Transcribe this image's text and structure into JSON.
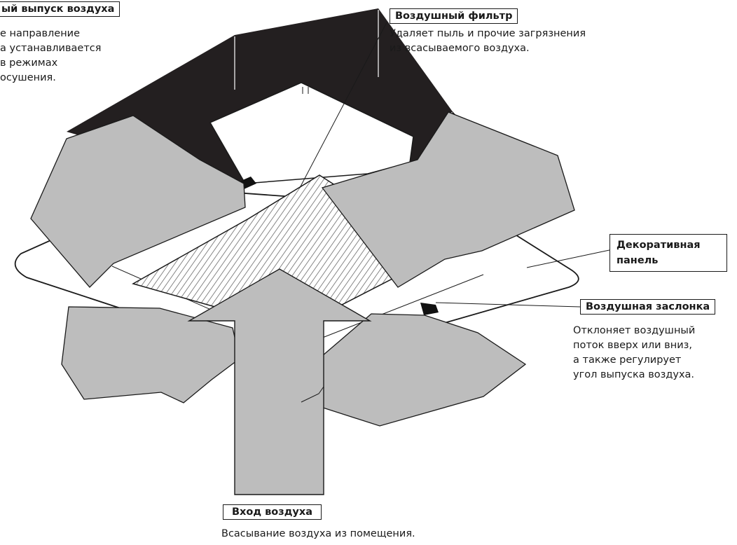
{
  "labels": {
    "outlet": {
      "title": "ый выпуск воздуха",
      "lines": [
        "е направление",
        "а устанавливается",
        "в режимах",
        "осушения."
      ]
    },
    "filter": {
      "title": "Воздушный фильтр",
      "lines": [
        "Удаляет пыль и прочие загрязнения",
        "из всасываемого воздуха."
      ]
    },
    "panel": {
      "lines": [
        "Декоративная",
        "панель"
      ]
    },
    "louver": {
      "title": "Воздушная заслонка",
      "lines": [
        "Отклоняет воздушный",
        "поток вверх или вниз,",
        "а также регулирует",
        "угол выпуска воздуха."
      ]
    },
    "inlet": {
      "title": "Вход воздуха",
      "desc": "Всасывание воздуха из помещения."
    }
  },
  "colors": {
    "casing": "#231f20",
    "arrow_fill": "#bdbdbd",
    "outline": "#1a1a1a",
    "background": "#ffffff"
  }
}
